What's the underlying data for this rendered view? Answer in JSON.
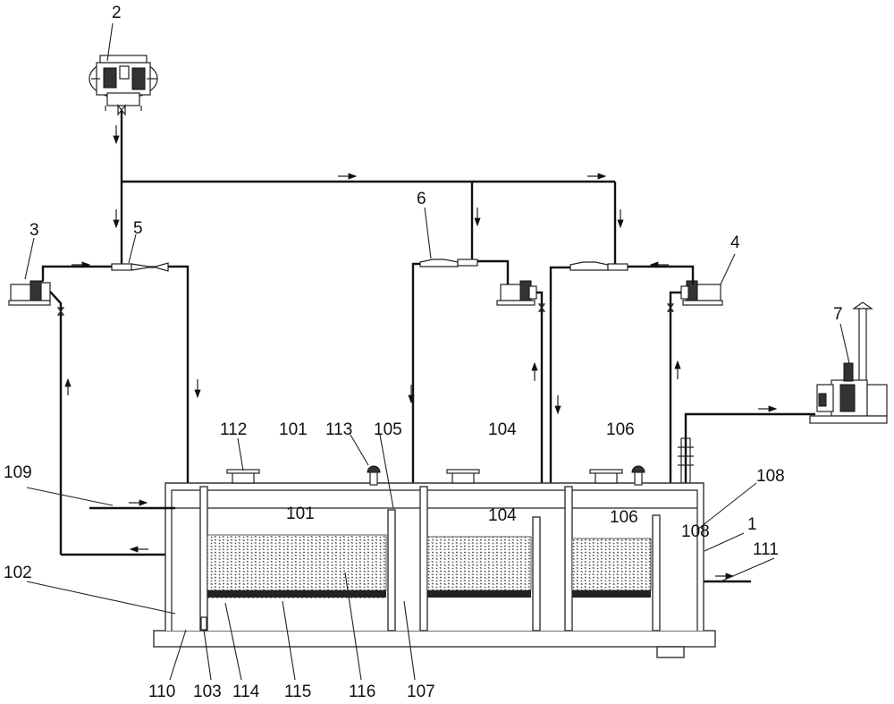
{
  "labels": {
    "l2": "2",
    "l3": "3",
    "l5": "5",
    "l6": "6",
    "l4": "4",
    "l7": "7",
    "l112": "112",
    "l101": "101",
    "l113": "113",
    "l105": "105",
    "l104": "104",
    "l106": "106",
    "l108": "108",
    "l109": "109",
    "l1": "1",
    "l111": "111",
    "l102": "102",
    "l110": "110",
    "l103": "103",
    "l114": "114",
    "l115": "115",
    "l116": "116",
    "l107": "107"
  },
  "colors": {
    "line": "#111111",
    "media": "#3a3a3a",
    "background": "#ffffff"
  }
}
